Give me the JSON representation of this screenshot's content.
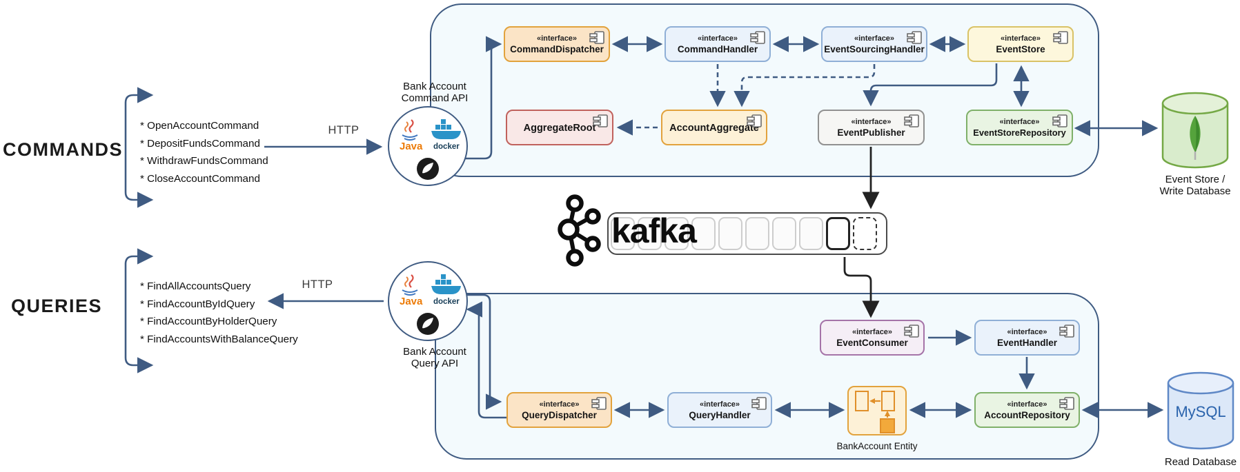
{
  "left_panel": {
    "commands_title": "COMMANDS",
    "queries_title": "QUERIES",
    "http_command_label": "HTTP",
    "http_query_label": "HTTP",
    "command_items": [
      "* OpenAccountCommand",
      "* DepositFundsCommand",
      "* WithdrawFundsCommand",
      "* CloseAccountCommand"
    ],
    "query_items": [
      "* FindAllAccountsQuery",
      "* FindAccountByIdQuery",
      "* FindAccountByHolderQuery",
      "* FindAccountsWithBalanceQuery"
    ]
  },
  "api_nodes": {
    "command_api": {
      "label_line1": "Bank Account",
      "label_line2": "Command API"
    },
    "query_api": {
      "label_line1": "Bank Account",
      "label_line2": "Query API"
    },
    "tech_badges": {
      "java": "Java",
      "docker": "docker"
    }
  },
  "write_side": {
    "command_dispatcher": {
      "stereotype": "«interface»",
      "name": "CommandDispatcher"
    },
    "command_handler": {
      "stereotype": "«interface»",
      "name": "CommandHandler"
    },
    "event_sourcing_handler": {
      "stereotype": "«interface»",
      "name": "EventSourcingHandler"
    },
    "event_store": {
      "stereotype": "«interface»",
      "name": "EventStore"
    },
    "aggregate_root": {
      "name": "AggregateRoot"
    },
    "account_aggregate": {
      "name": "AccountAggregate"
    },
    "event_publisher": {
      "stereotype": "«interface»",
      "name": "EventPublisher"
    },
    "event_store_repository": {
      "stereotype": "«interface»",
      "name": "EventStoreRepository"
    }
  },
  "read_side": {
    "event_consumer": {
      "stereotype": "«interface»",
      "name": "EventConsumer"
    },
    "event_handler": {
      "stereotype": "«interface»",
      "name": "EventHandler"
    },
    "query_dispatcher": {
      "stereotype": "«interface»",
      "name": "QueryDispatcher"
    },
    "query_handler": {
      "stereotype": "«interface»",
      "name": "QueryHandler"
    },
    "account_repository": {
      "stereotype": "«interface»",
      "name": "AccountRepository"
    },
    "bank_account_entity": {
      "caption": "BankAccount Entity"
    }
  },
  "kafka": {
    "wordmark": "kafka"
  },
  "databases": {
    "write_db": {
      "caption_line1": "Event Store /",
      "caption_line2": "Write Database"
    },
    "read_db": {
      "engine": "MySQL",
      "caption": "Read Database"
    }
  },
  "colors": {
    "connector": "#3f5b82",
    "container_fill": "#f3fafd",
    "orange_border": "#e2a23c",
    "blue_border": "#8fafd6",
    "yellow_border": "#d9c266",
    "red_border": "#c0615c",
    "green_border": "#7fb069",
    "purple_border": "#a573a8",
    "gray_border": "#909090",
    "mongo_green": "#74a845",
    "mysql_blue": "#5f88c6",
    "kafka_black": "#1a1a1a"
  }
}
